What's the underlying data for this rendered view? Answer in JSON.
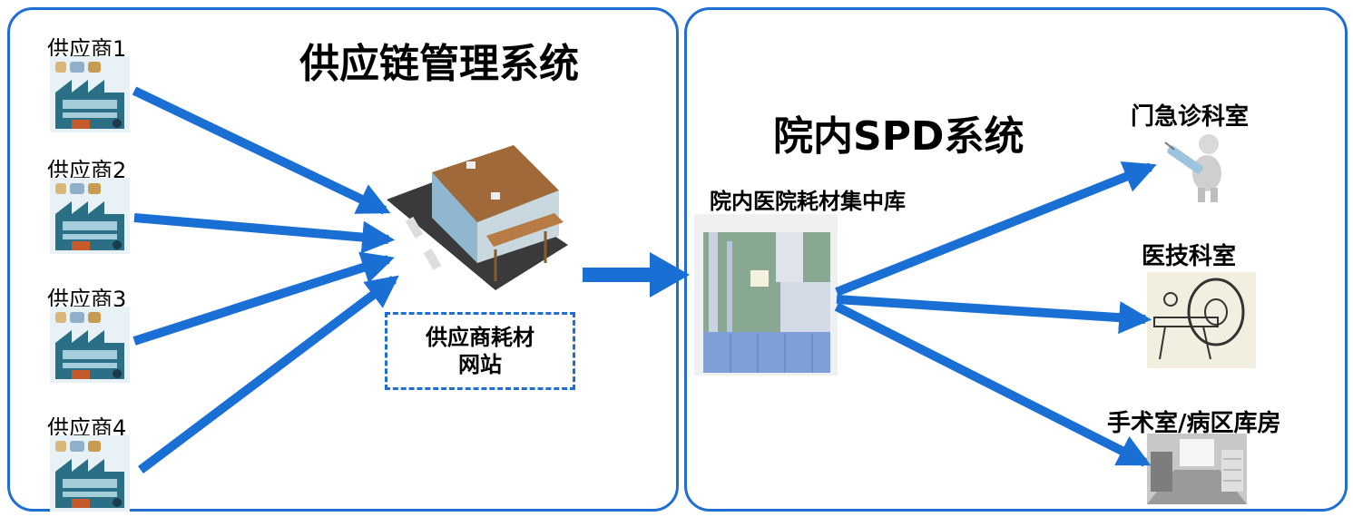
{
  "left_panel": {
    "title": "供应链管理系统",
    "suppliers": [
      {
        "label": "供应商1"
      },
      {
        "label": "供应商2"
      },
      {
        "label": "供应商3"
      },
      {
        "label": "供应商4"
      }
    ],
    "website_label_line1": "供应商耗材",
    "website_label_line2": "网站"
  },
  "right_panel": {
    "title": "院内SPD系统",
    "central_warehouse_label": "院内医院耗材集中库",
    "departments": [
      {
        "label": "门急诊科室",
        "icon": "nurse-with-syringe-icon"
      },
      {
        "label": "医技科室",
        "icon": "ct-scanner-icon"
      },
      {
        "label": "手术室/病区库房",
        "icon": "storage-room-icon"
      }
    ]
  },
  "colors": {
    "border": "#1f6fd1",
    "arrow": "#1a6fd4",
    "text": "#000000"
  },
  "icons": {
    "supplier": "factory-icon",
    "warehouse": "warehouse-building-icon",
    "central_store": "storage-floorplan-icon"
  }
}
